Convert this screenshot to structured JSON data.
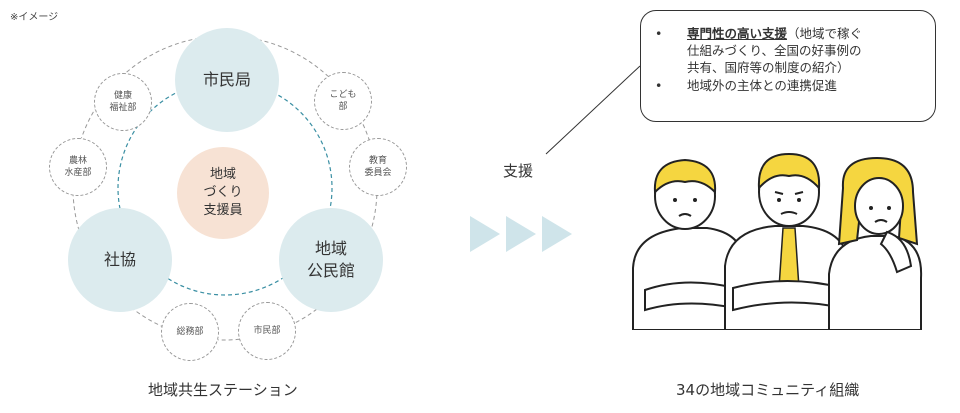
{
  "note": "※イメージ",
  "hub": {
    "center": [
      "地域",
      "づくり",
      "支援員"
    ],
    "nodes": {
      "shimin": "市民局",
      "shakyo": "社協",
      "kominkan": [
        "地域",
        "公民館"
      ]
    },
    "satellites": {
      "kenko": [
        "健康",
        "福祉部"
      ],
      "kodomo": [
        "こども",
        "部"
      ],
      "norin": [
        "農林",
        "水産部"
      ],
      "kyoiku": [
        "教育",
        "委員会"
      ],
      "somu": "総務部",
      "shimin_bu": "市民部"
    },
    "caption": "地域共生ステーション"
  },
  "support_label": "支援",
  "bubble": {
    "bullet": "•",
    "item1_strong": "専門性の高い支援",
    "item1_rest": "（地域で稼ぐ",
    "item1_line2": "仕組みづくり、全国の好事例の",
    "item1_line3": "共有、国府等の制度の紹介）",
    "item2": "地域外の主体との連携促進"
  },
  "people_caption": "34の地域コミュニティ組織",
  "colors": {
    "hub": "#dcebee",
    "center": "#f7e2d4",
    "arrow": "#cfe4ea",
    "hair": "#f5d640",
    "tie": "#f5d640"
  }
}
